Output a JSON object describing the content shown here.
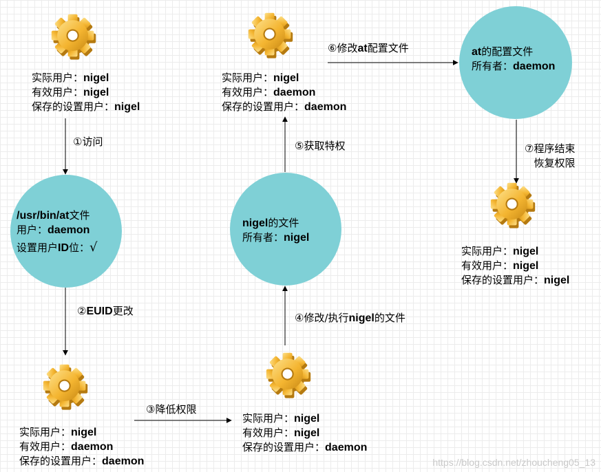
{
  "colors": {
    "gear_body": "#f4b531",
    "gear_dark": "#c98a15",
    "circle_fill": "#7fd0d6"
  },
  "processes": [
    {
      "lines": [
        {
          "label": "实际用户：",
          "value": "nigel"
        },
        {
          "label": "有效用户：",
          "value": "nigel"
        },
        {
          "label": "保存的设置用户：",
          "value": "nigel"
        }
      ]
    },
    {
      "lines": [
        {
          "label": "实际用户：",
          "value": "nigel"
        },
        {
          "label": "有效用户：",
          "value": "daemon"
        },
        {
          "label": "保存的设置用户：",
          "value": "daemon"
        }
      ]
    },
    {
      "lines": [
        {
          "label": "实际用户：",
          "value": "nigel"
        },
        {
          "label": "有效用户：",
          "value": "nigel"
        },
        {
          "label": "保存的设置用户：",
          "value": "daemon"
        }
      ]
    },
    {
      "lines": [
        {
          "label": "实际用户：",
          "value": "nigel"
        },
        {
          "label": "有效用户：",
          "value": "daemon"
        },
        {
          "label": "保存的设置用户：",
          "value": "daemon"
        }
      ]
    },
    {
      "lines": [
        {
          "label": "实际用户：",
          "value": "nigel"
        },
        {
          "label": "有效用户：",
          "value": "nigel"
        },
        {
          "label": "保存的设置用户：",
          "value": "nigel"
        }
      ]
    }
  ],
  "files": [
    {
      "line1_bold": "/usr/bin/at",
      "line1_text": "文件",
      "line2_label": "用户：",
      "line2_value": "daemon",
      "line3_label1": "设置用户",
      "line3_bold": "ID",
      "line3_label2": "位：",
      "line3_mark": "√"
    },
    {
      "line1_bold": "nigel",
      "line1_text": "的文件",
      "line2_label": "所有者：",
      "line2_value": "nigel"
    },
    {
      "line1_bold": "at",
      "line1_text": "的配置文件",
      "line2_label": "所有者：",
      "line2_value": "daemon"
    }
  ],
  "steps": {
    "s1": "①访问",
    "s2_prefix": "②",
    "s2_bold": "EUID",
    "s2_suffix": "更改",
    "s3": "③降低权限",
    "s4_prefix": "④修改/执行",
    "s4_bold": "nigel",
    "s4_suffix": "的文件",
    "s5": "⑤获取特权",
    "s6_prefix": "⑥修改",
    "s6_bold": "at",
    "s6_suffix": "配置文件",
    "s7_line1": "⑦程序结束",
    "s7_line2": "恢复权限"
  },
  "watermark": "https://blog.csdn.net/zhoucheng05_13"
}
